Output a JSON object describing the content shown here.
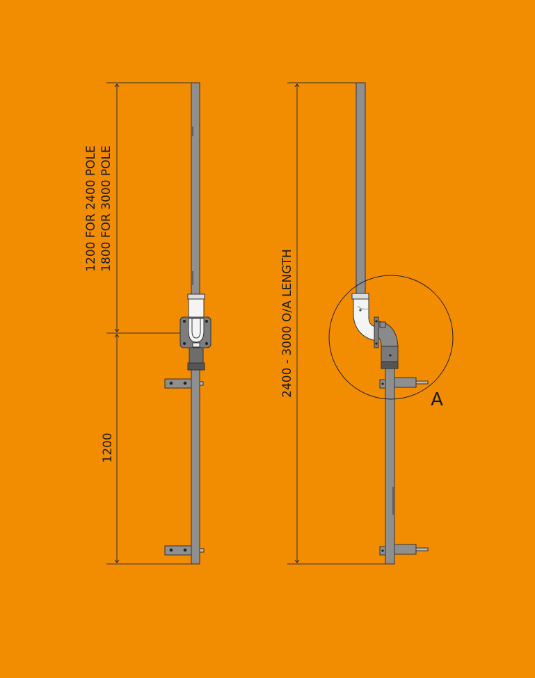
{
  "drawing": {
    "background": "#F28C00",
    "pole_color": "#8f8f8f",
    "fitting_color": "#f2f2f2",
    "dimensions": {
      "upper_line1": "1200 FOR 2400 POLE",
      "upper_line2": "1800 FOR 3000 POLE",
      "lower": "1200",
      "overall": "2400 - 3000 O/A LENGTH"
    },
    "detail_label": "A"
  }
}
